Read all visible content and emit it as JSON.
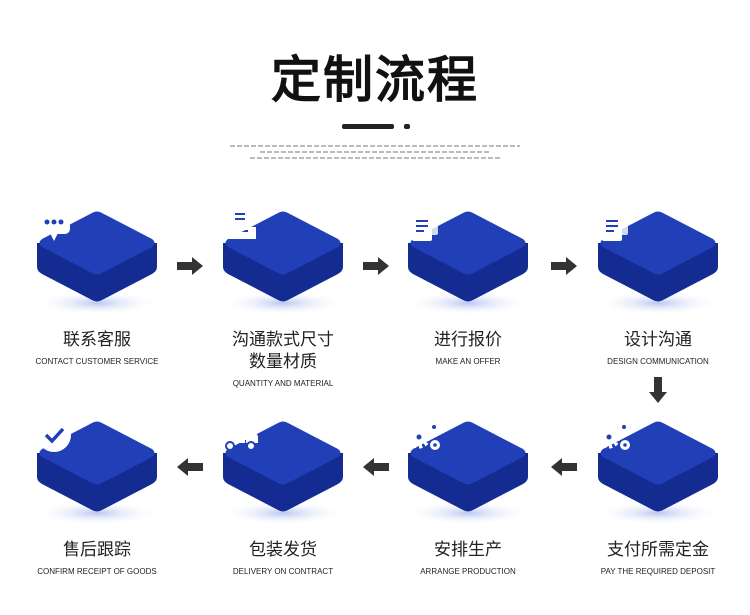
{
  "title": "定制流程",
  "colors": {
    "top": "#2140b8",
    "side": "#142c92",
    "arrow": "#333333"
  },
  "steps": [
    {
      "cn": "联系客服",
      "en": "CONTACT CUSTOMER SERVICE",
      "icon": "chat-icon"
    },
    {
      "cn": "沟通款式尺寸\n数量材质",
      "en": "QUANTITY AND MATERIAL",
      "icon": "inbox-document-icon"
    },
    {
      "cn": "进行报价",
      "en": "MAKE AN OFFER",
      "icon": "documents-icon"
    },
    {
      "cn": "设计沟通",
      "en": "DESIGN COMMUNICATION",
      "icon": "documents-icon"
    },
    {
      "cn": "支付所需定金",
      "en": "PAY THE REQUIRED DEPOSIT",
      "icon": "gears-icon"
    },
    {
      "cn": "安排生产",
      "en": "ARRANGE PRODUCTION",
      "icon": "gears-icon"
    },
    {
      "cn": "包装发货",
      "en": "DELIVERY ON CONTRACT",
      "icon": "truck-icon"
    },
    {
      "cn": "售后跟踪",
      "en": "CONFIRM RECEIPT OF GOODS",
      "icon": "check-circle-icon"
    }
  ]
}
